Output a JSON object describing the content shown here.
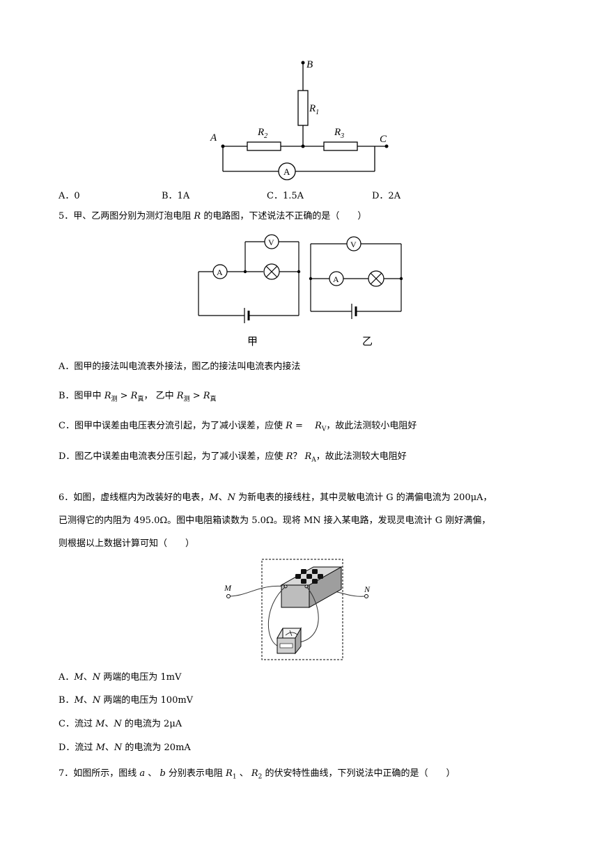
{
  "q4": {
    "figure": {
      "B": "B",
      "R1": "R",
      "R1sub": "1",
      "R2": "R",
      "R2sub": "2",
      "R3": "R",
      "R3sub": "3",
      "A": "A",
      "C": "C",
      "ammeter": "A"
    },
    "options": [
      {
        "label": "A．0"
      },
      {
        "label": "B．1A"
      },
      {
        "label": "C．1.5A"
      },
      {
        "label": "D．2A"
      }
    ]
  },
  "q5": {
    "stem_pre": "5．甲、乙两图分别为测灯泡电阻 ",
    "stem_var": "R",
    "stem_post": " 的电路图，下述说法不正确的是（　　）",
    "fig_left_caption": "甲",
    "fig_right_caption": "乙",
    "voltmeter": "V",
    "ammeter": "A",
    "optA": "A．图甲的接法叫电流表外接法，图乙的接法叫电流表内接法",
    "optB": {
      "pre": "B．图甲中 ",
      "a": "R",
      "asub": "测",
      "gt": " > ",
      "b": "R",
      "bsub": "真",
      "mid": "， 乙中 ",
      "c": "R",
      "csub": "测",
      "gt2": " > ",
      "d": "R",
      "dsub": "真"
    },
    "optC": {
      "pre": "C．图甲中误差由电压表分流引起，为了减小误差，应使 ",
      "var": "R",
      "rel": " = 　",
      "rv": "R",
      "rvsub": "V",
      "post": "，故此法测较小电阻好"
    },
    "optD": {
      "pre": "D．图乙中误差由电流表分压引起，为了减小误差，应使 ",
      "var": "R",
      "rel": "？ ",
      "ra": "R",
      "rasub": "A",
      "post": "，故此法测较大电阻好"
    }
  },
  "q6": {
    "line1_pre": "6．如图，虚线框内为改装好的电表，",
    "line1_mn": "M",
    "line1_sep": "、",
    "line1_n": "N",
    "line1_post": " 为新电表的接线柱，其中灵敏电流计 G 的满偏电流为 200μA，",
    "line2": "已测得它的内阻为 495.0Ω。图中电阻箱读数为 5.0Ω。现将 MN 接入某电路，发现灵电流计 G 刚好满偏，",
    "line3": "则根据以上数据计算可知（　　）",
    "fig_M": "M",
    "fig_N": "N",
    "optA": {
      "pre": "A．",
      "m": "M",
      "sep": "、",
      "n": "N",
      "post": " 两端的电压为 1mV"
    },
    "optB": {
      "pre": "B．",
      "m": "M",
      "sep": "、",
      "n": "N",
      "post": " 两端的电压为 100mV"
    },
    "optC": {
      "pre": "C．流过 ",
      "m": "M",
      "sep": "、",
      "n": "N",
      "post": " 的电流为 2μA"
    },
    "optD": {
      "pre": "D．流过 ",
      "m": "M",
      "sep": "、",
      "n": "N",
      "post": " 的电流为 20mA"
    }
  },
  "q7": {
    "pre": "7．如图所示，图线 ",
    "a": "a",
    "sep": " 、 ",
    "b": "b",
    "mid": " 分别表示电阻 ",
    "r1": "R",
    "r1sub": "1",
    "sep2": " 、 ",
    "r2": "R",
    "r2sub": "2",
    "post": " 的伏安特性曲线，下列说法中正确的是（　　）"
  }
}
